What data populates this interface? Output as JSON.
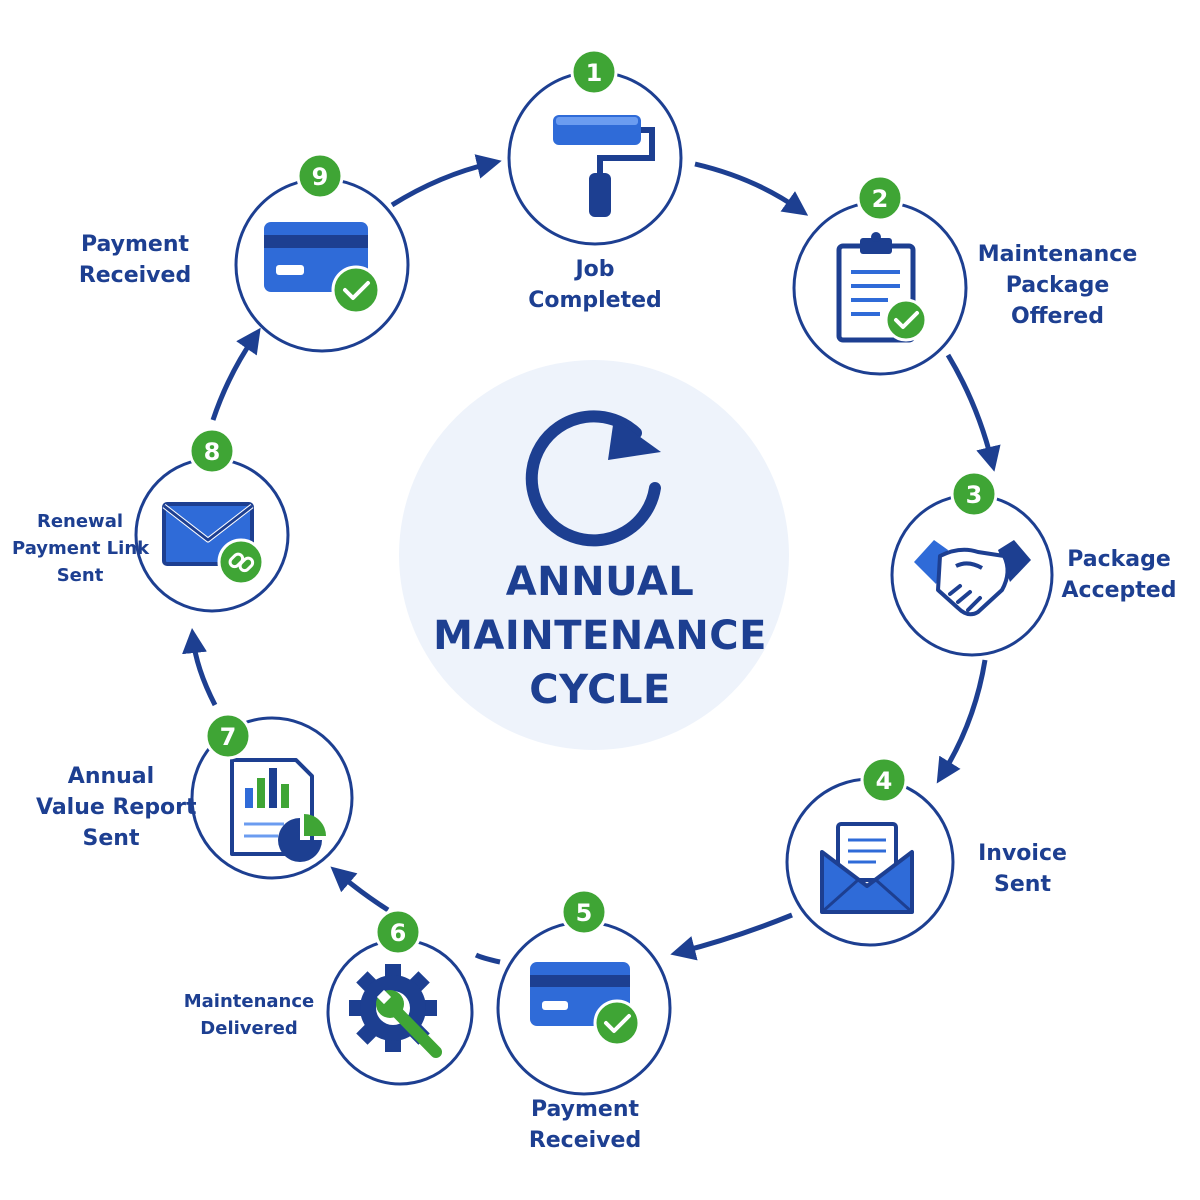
{
  "title": {
    "lines": [
      "ANNUAL",
      "MAINTENANCE",
      "CYCLE"
    ]
  },
  "steps": [
    {
      "number": "1",
      "lines": [
        "Job",
        "Completed"
      ],
      "icon": "paint-roller-icon"
    },
    {
      "number": "2",
      "lines": [
        "Maintenance",
        "Package",
        "Offered"
      ],
      "icon": "clipboard-check-icon"
    },
    {
      "number": "3",
      "lines": [
        "Package",
        "Accepted"
      ],
      "icon": "handshake-icon"
    },
    {
      "number": "4",
      "lines": [
        "Invoice",
        "Sent"
      ],
      "icon": "envelope-document-icon"
    },
    {
      "number": "5",
      "lines": [
        "Payment",
        "Received"
      ],
      "icon": "credit-card-check-icon"
    },
    {
      "number": "6",
      "lines": [
        "Maintenance",
        "Delivered"
      ],
      "icon": "gear-wrench-icon"
    },
    {
      "number": "7",
      "lines": [
        "Annual",
        "Value Report",
        "Sent"
      ],
      "icon": "report-chart-icon"
    },
    {
      "number": "8",
      "lines": [
        "Renewal",
        "Payment Link",
        "Sent"
      ],
      "icon": "envelope-link-icon"
    },
    {
      "number": "9",
      "lines": [
        "Payment",
        "Received"
      ],
      "icon": "credit-card-check-icon"
    }
  ],
  "colors": {
    "primary": "#1d3f91",
    "accent": "#2f6bd8",
    "green": "#3fa535",
    "center_fill": "#eef3fb"
  }
}
